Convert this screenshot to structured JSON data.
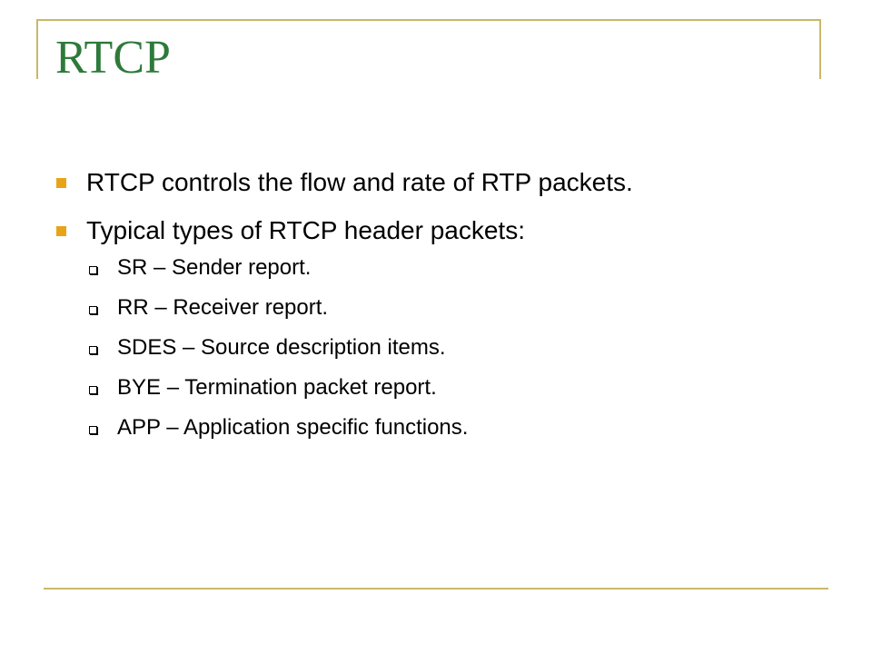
{
  "slide": {
    "title": "RTCP",
    "bullets": [
      {
        "text": "RTCP controls the flow and rate of RTP packets."
      },
      {
        "text": "Typical types of RTCP header packets:"
      }
    ],
    "sub_bullets": [
      {
        "text": "SR – Sender report."
      },
      {
        "text": "RR – Receiver report."
      },
      {
        "text": "SDES – Source description items."
      },
      {
        "text": "BYE – Termination packet report."
      },
      {
        "text": "APP – Application specific functions."
      }
    ],
    "colors": {
      "title": "#2d7a3a",
      "frame": "#c9b86a",
      "bullet_marker": "#e8a317"
    }
  }
}
